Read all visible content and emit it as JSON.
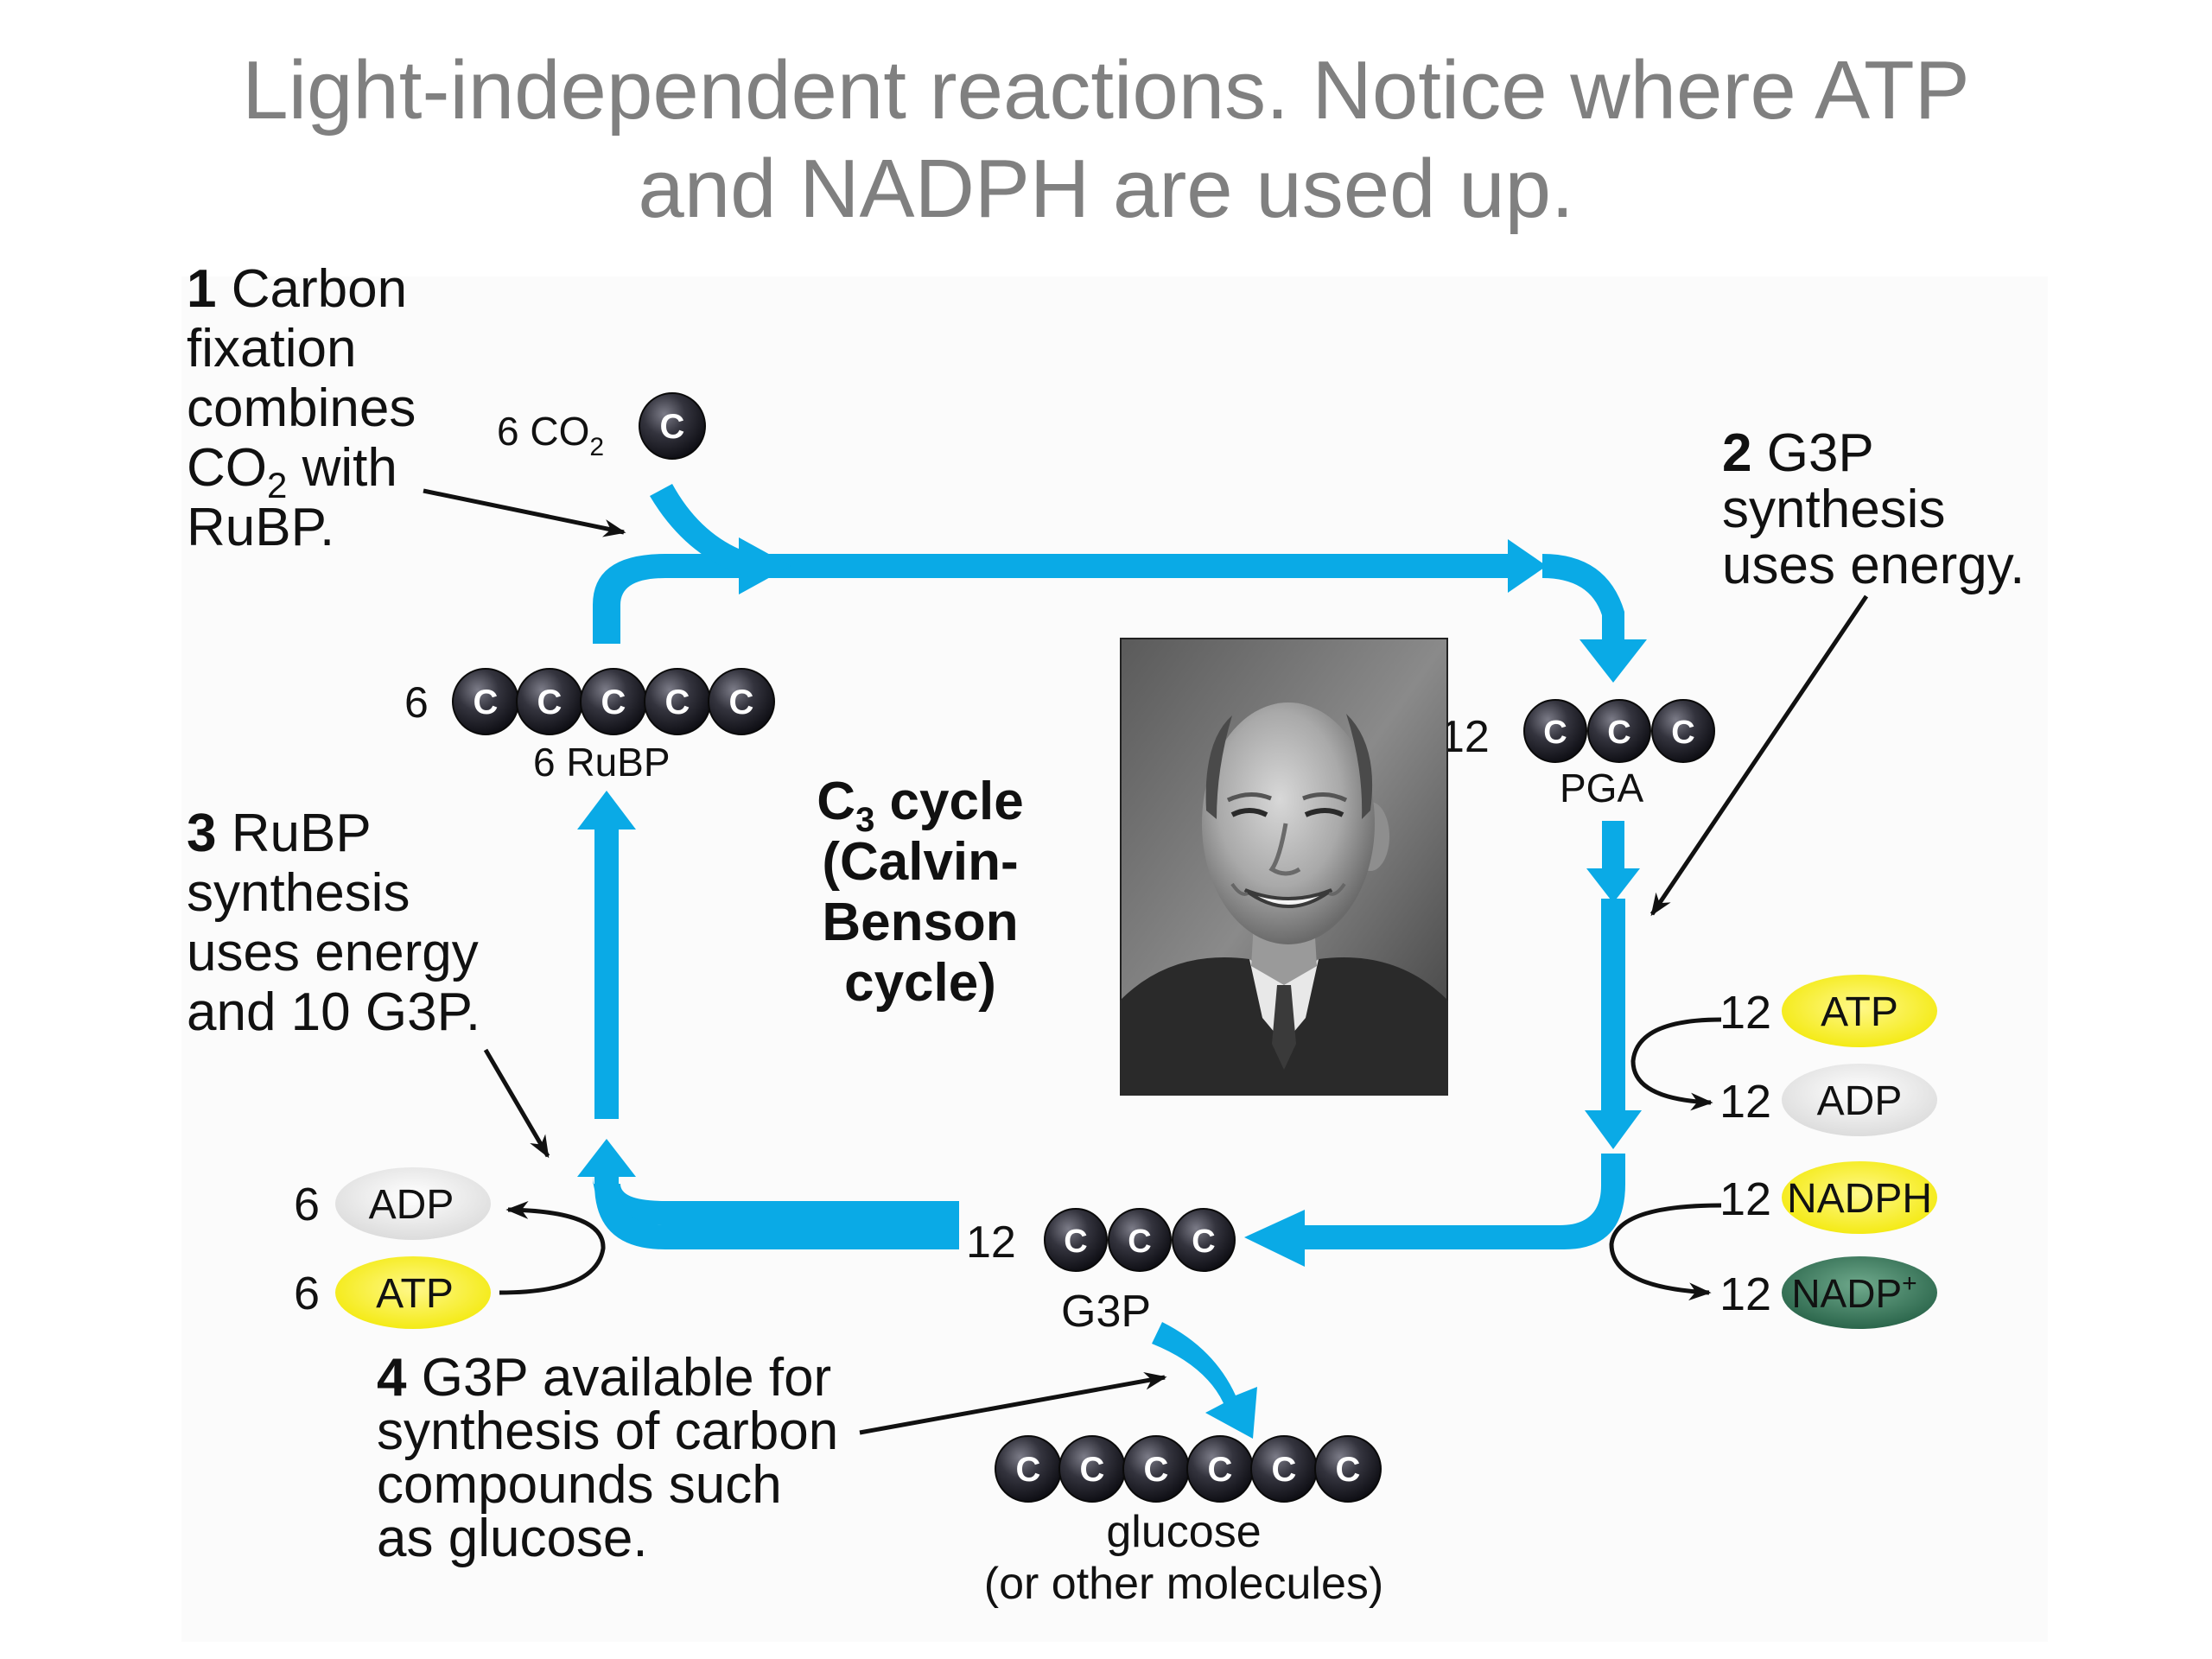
{
  "title": {
    "line1": "Light-independent reactions. Notice where ATP",
    "line2": "and NADPH are used up."
  },
  "colors": {
    "cycle_arrow": "#0aaae6",
    "carbon_ball": "#2b2b33",
    "atp": "#f5ee1c",
    "adp": "#e6e6e6",
    "nadph": "#f5ee1c",
    "nadp": "#2f7356"
  },
  "steps": {
    "s1": {
      "num": "1",
      "line1": "Carbon",
      "line2": "fixation",
      "line3": "combines",
      "line4a": "CO",
      "line4sub": "2",
      "line4b": " with",
      "line5": "RuBP."
    },
    "s2": {
      "num": "2",
      "line1": "G3P",
      "line2": "synthesis",
      "line3": "uses energy."
    },
    "s3": {
      "num": "3",
      "line1": "RuBP",
      "line2": "synthesis",
      "line3": "uses energy",
      "line4": "and 10 G3P."
    },
    "s4": {
      "num": "4",
      "line1": "G3P available for",
      "line2": "synthesis of carbon",
      "line3": "compounds such",
      "line4": "as glucose."
    }
  },
  "molecules": {
    "co2": {
      "count": "6 CO",
      "sub": "2",
      "atom": "C"
    },
    "rubp": {
      "count": "6",
      "label": "6 RuBP",
      "atom": "C"
    },
    "pga": {
      "count": "12",
      "label": "PGA",
      "atom": "C"
    },
    "g3p": {
      "count": "12",
      "label": "G3P",
      "atom": "C"
    },
    "glucose": {
      "label1": "glucose",
      "label2": "(or other molecules)",
      "atom": "C"
    }
  },
  "energy_right": [
    {
      "count": "12",
      "label": "ATP"
    },
    {
      "count": "12",
      "label": "ADP"
    },
    {
      "count": "12",
      "label": "NADPH"
    },
    {
      "count": "12",
      "label": "NADP",
      "sup": "+"
    }
  ],
  "energy_left": [
    {
      "count": "6",
      "label": "ADP"
    },
    {
      "count": "6",
      "label": "ATP"
    }
  ],
  "center": {
    "line1a": "C",
    "line1sub": "3",
    "line1b": " cycle",
    "line2": "(Calvin-",
    "line3": "Benson",
    "line4": "cycle)"
  },
  "portrait": {
    "subject": "photo of a smiling man in a suit"
  }
}
